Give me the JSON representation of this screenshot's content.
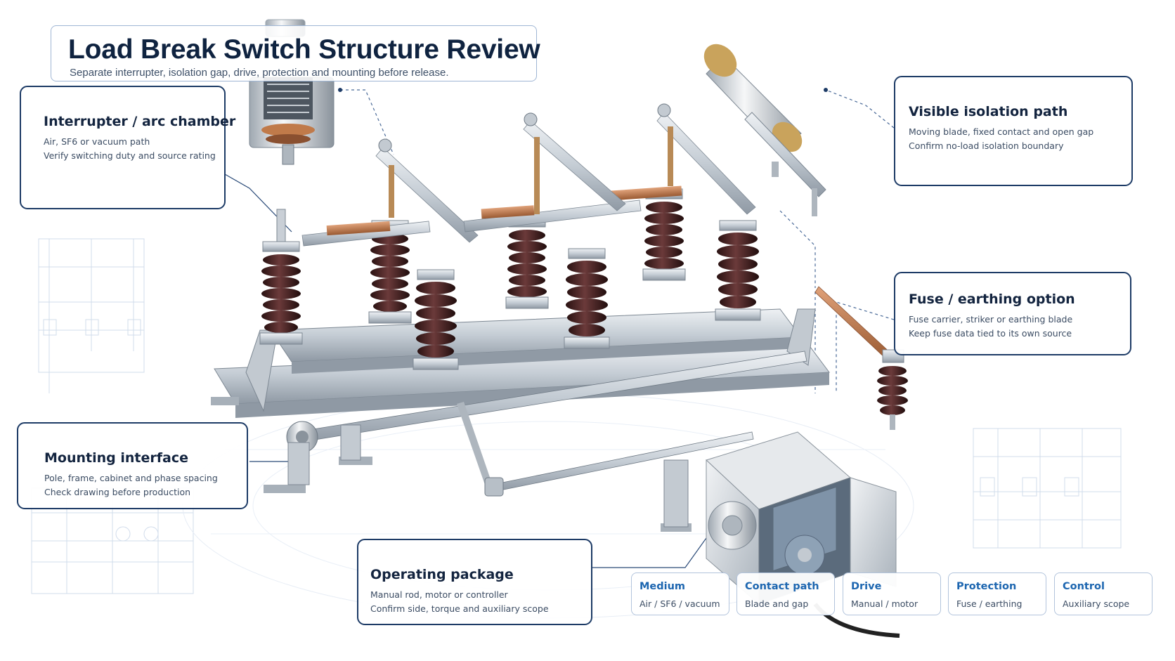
{
  "header": {
    "title": "Load Break Switch Structure Review",
    "subtitle": "Separate interrupter, isolation gap, drive, protection and mounting before release."
  },
  "callouts": {
    "interrupter": {
      "title": "Interrupter / arc chamber",
      "line1": "Air, SF6 or vacuum path",
      "line2": "Verify switching duty and source rating"
    },
    "isolation": {
      "title": "Visible isolation path",
      "line1": "Moving blade, fixed contact and open gap",
      "line2": "Confirm no-load isolation boundary"
    },
    "fuse": {
      "title": "Fuse / earthing option",
      "line1": "Fuse carrier, striker or earthing blade",
      "line2": "Keep fuse data tied to its own source"
    },
    "mounting": {
      "title": "Mounting interface",
      "line1": "Pole, frame, cabinet and phase spacing",
      "line2": "Check drawing before production"
    },
    "operating": {
      "title": "Operating package",
      "line1": "Manual rod, motor or controller",
      "line2": "Confirm side, torque and auxiliary scope"
    }
  },
  "tiles": [
    {
      "title": "Medium",
      "value": "Air / SF6 / vacuum"
    },
    {
      "title": "Contact path",
      "value": "Blade and gap"
    },
    {
      "title": "Drive",
      "value": "Manual / motor"
    },
    {
      "title": "Protection",
      "value": "Fuse / earthing"
    },
    {
      "title": "Control",
      "value": "Auxiliary scope"
    }
  ],
  "colors": {
    "navy": "#1d3b66",
    "title_text": "#0f2340",
    "tile_accent": "#1d66b0",
    "insulator": "#4a2424",
    "copper": "#c07a4a",
    "steel": "#bfc7cf"
  }
}
